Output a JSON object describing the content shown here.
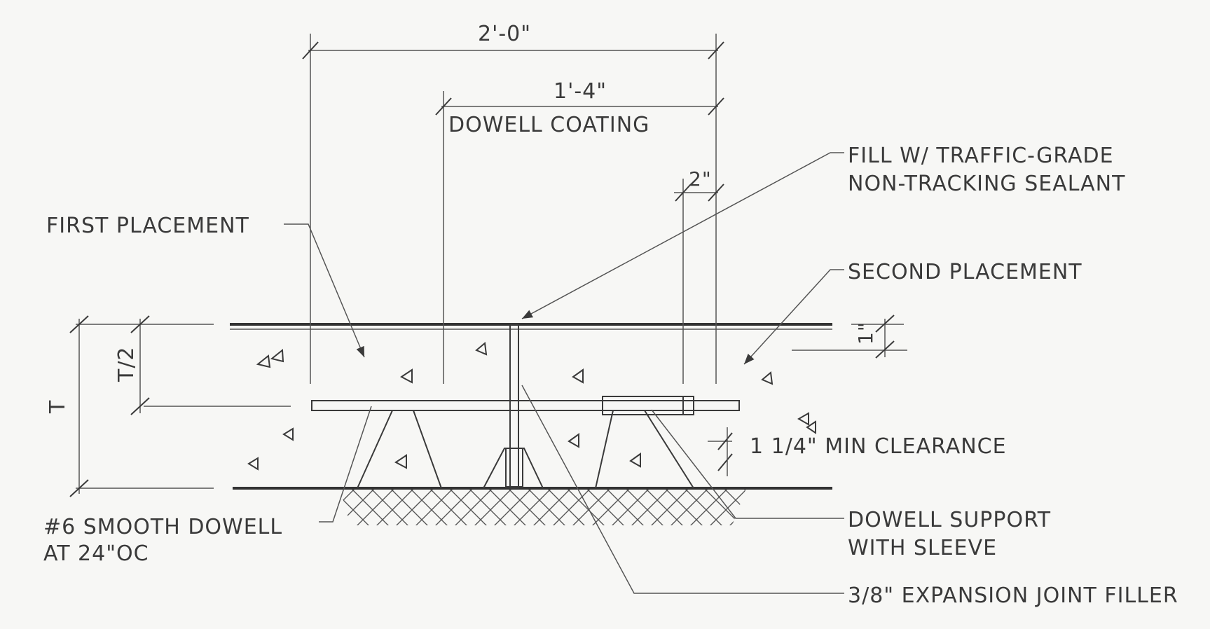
{
  "dimensions": {
    "overall": "2'-0\"",
    "coating": "1'-4\"",
    "coating_label": "DOWELL COATING",
    "short": "2\"",
    "half_depth": "T/2",
    "depth": "T",
    "sealant_depth": "1\""
  },
  "callouts": {
    "fill_line1": "FILL W/ TRAFFIC-GRADE",
    "fill_line2": "NON-TRACKING SEALANT",
    "first_placement": "FIRST PLACEMENT",
    "second_placement": "SECOND PLACEMENT",
    "clearance": "1 1/4\" MIN CLEARANCE",
    "dowel_line1": "#6 SMOOTH DOWELL",
    "dowel_line2": "AT 24\"OC",
    "support_line1": "DOWELL SUPPORT",
    "support_line2": "WITH SLEEVE",
    "filler": "3/8\" EXPANSION JOINT FILLER"
  },
  "colors": {
    "paper": "#f7f7f5",
    "ink": "#3a3a3a"
  }
}
